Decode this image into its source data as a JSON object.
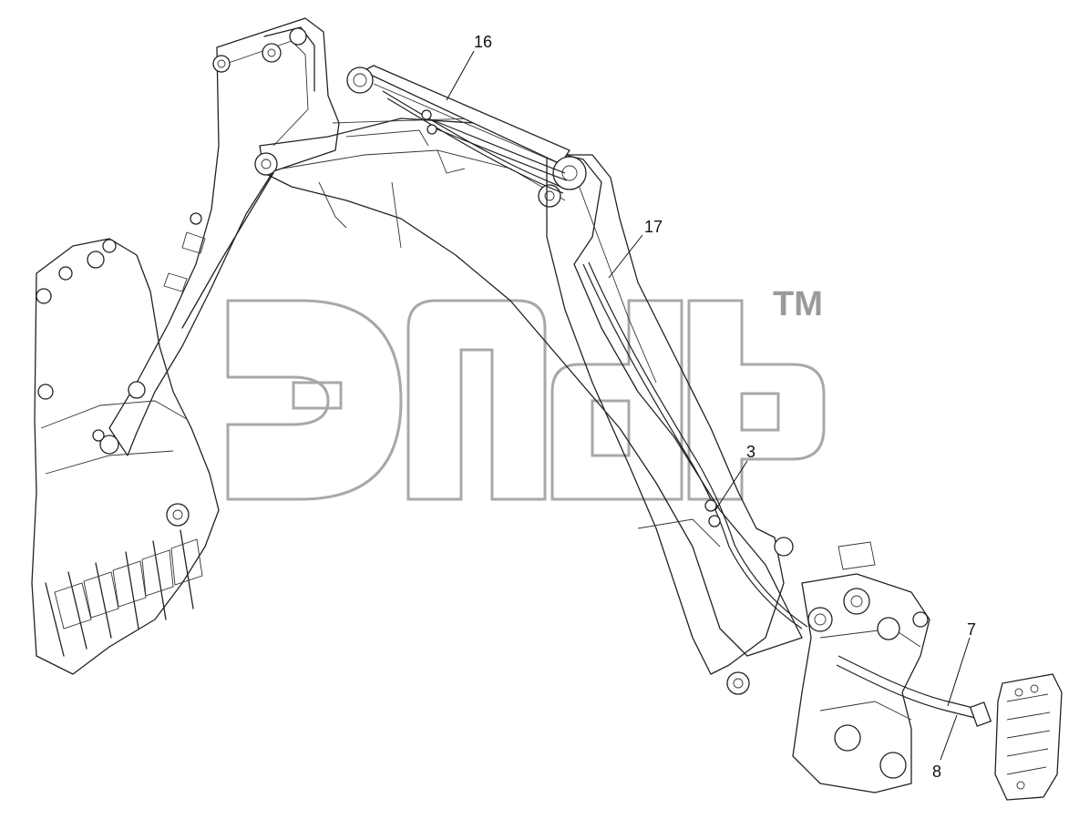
{
  "diagram": {
    "callouts": [
      {
        "id": "c16",
        "label": "16"
      },
      {
        "id": "c17",
        "label": "17"
      },
      {
        "id": "c3",
        "label": "3"
      },
      {
        "id": "c7",
        "label": "7"
      },
      {
        "id": "c8",
        "label": "8"
      }
    ],
    "watermark": {
      "trademark": "TM"
    }
  }
}
